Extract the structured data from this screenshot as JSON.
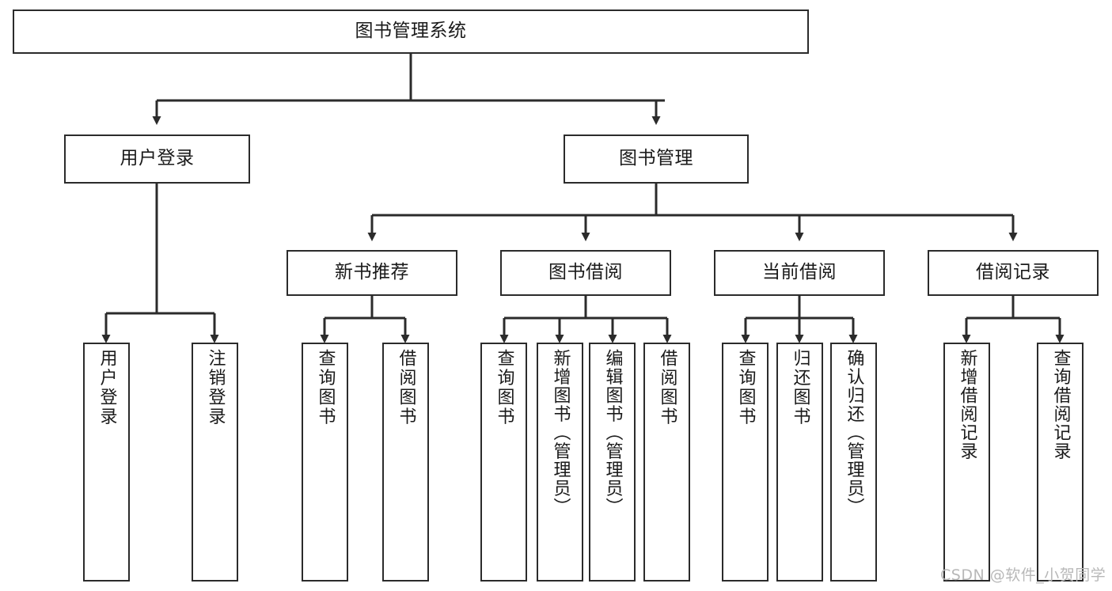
{
  "diagram": {
    "type": "tree",
    "title": "图书管理系统",
    "watermark": "CSDN @软件_小贺同学",
    "colors": {
      "border": "#2b2b2b",
      "fill": "#ffffff",
      "text": "#1a1a1a",
      "connector": "#2b2b2b",
      "watermark": "#b8b8b8"
    },
    "nodes": {
      "root": {
        "label": "图书管理系统"
      },
      "level2": [
        {
          "label": "用户登录"
        },
        {
          "label": "图书管理"
        }
      ],
      "level3": [
        {
          "label": "新书推荐"
        },
        {
          "label": "图书借阅"
        },
        {
          "label": "当前借阅"
        },
        {
          "label": "借阅记录"
        }
      ],
      "leaves": {
        "user_login": [
          {
            "label": "用户登录"
          },
          {
            "label": "注销登录"
          }
        ],
        "new_book": [
          {
            "label": "查询图书"
          },
          {
            "label": "借阅图书"
          }
        ],
        "book_borrow": [
          {
            "label": "查询图书"
          },
          {
            "label": "新增图书（管理员）"
          },
          {
            "label": "编辑图书（管理员）"
          },
          {
            "label": "借阅图书"
          }
        ],
        "current_borrow": [
          {
            "label": "查询图书"
          },
          {
            "label": "归还图书"
          },
          {
            "label": "确认归还（管理员）"
          }
        ],
        "borrow_record": [
          {
            "label": "新增借阅记录"
          },
          {
            "label": "查询借阅记录"
          }
        ]
      }
    }
  }
}
